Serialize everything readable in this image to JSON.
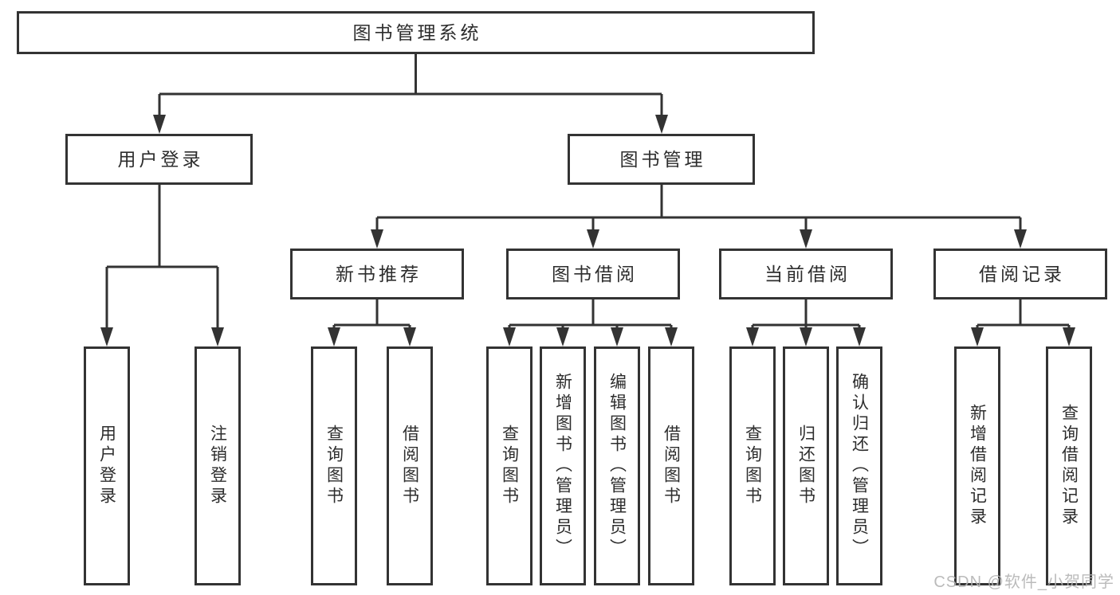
{
  "diagram": {
    "type": "tree",
    "root": {
      "label": "图书管理系统"
    },
    "level2": [
      {
        "label": "用户登录",
        "parent": "图书管理系统"
      },
      {
        "label": "图书管理",
        "parent": "图书管理系统"
      }
    ],
    "level3": [
      {
        "label": "新书推荐",
        "parent": "图书管理"
      },
      {
        "label": "图书借阅",
        "parent": "图书管理"
      },
      {
        "label": "当前借阅",
        "parent": "图书管理"
      },
      {
        "label": "借阅记录",
        "parent": "图书管理"
      }
    ],
    "level4": [
      {
        "label": "用户登录",
        "parent": "用户登录"
      },
      {
        "label": "注销登录",
        "parent": "用户登录"
      },
      {
        "label": "查询图书",
        "parent": "新书推荐"
      },
      {
        "label": "借阅图书",
        "parent": "新书推荐"
      },
      {
        "label": "查询图书",
        "parent": "图书借阅"
      },
      {
        "label": "新增图书（管理员）",
        "parent": "图书借阅"
      },
      {
        "label": "编辑图书（管理员）",
        "parent": "图书借阅"
      },
      {
        "label": "借阅图书",
        "parent": "图书借阅"
      },
      {
        "label": "查询图书",
        "parent": "当前借阅"
      },
      {
        "label": "归还图书",
        "parent": "当前借阅"
      },
      {
        "label": "确认归还（管理员）",
        "parent": "当前借阅"
      },
      {
        "label": "新增借阅记录",
        "parent": "借阅记录"
      },
      {
        "label": "查询借阅记录",
        "parent": "借阅记录"
      }
    ],
    "watermark": {
      "text": "CSDN @软件_小贺同学"
    },
    "colors": {
      "line": "#333333",
      "box_border": "#333333",
      "text": "#2d2d2d",
      "watermark": "#b4b4b4",
      "background": "#ffffff"
    }
  }
}
